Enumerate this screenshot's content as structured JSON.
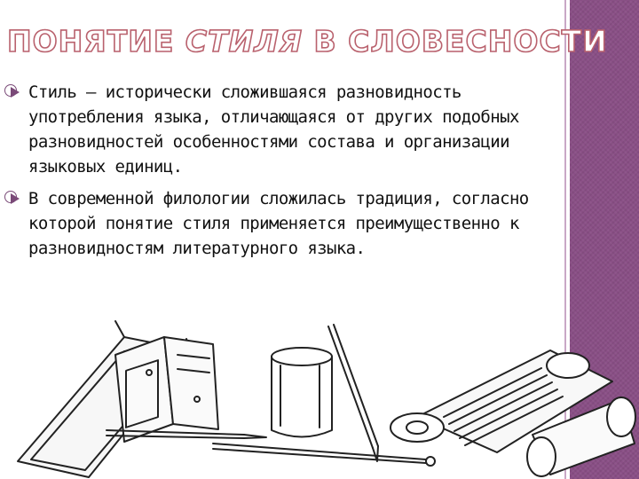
{
  "slide": {
    "title_part1": "Понятие ",
    "title_part2": "стиля",
    "title_part3": " в словесности",
    "bullets": [
      "Стиль – исторически сложившаяся разновидность употребления языка, отличающаяся от других подобных разновидностей особенностями состава и организации языковых единиц.",
      "В современной филологии сложилась традиция, согласно которой понятие стиля применяется преимущественно к разновидностям литературного языка."
    ]
  },
  "colors": {
    "title_outline": "#b9616d",
    "side_panel": "#8a4f86",
    "bullet": "#7a4a78"
  },
  "icons": {
    "bullet": "circle-arrow-bullet-icon"
  }
}
